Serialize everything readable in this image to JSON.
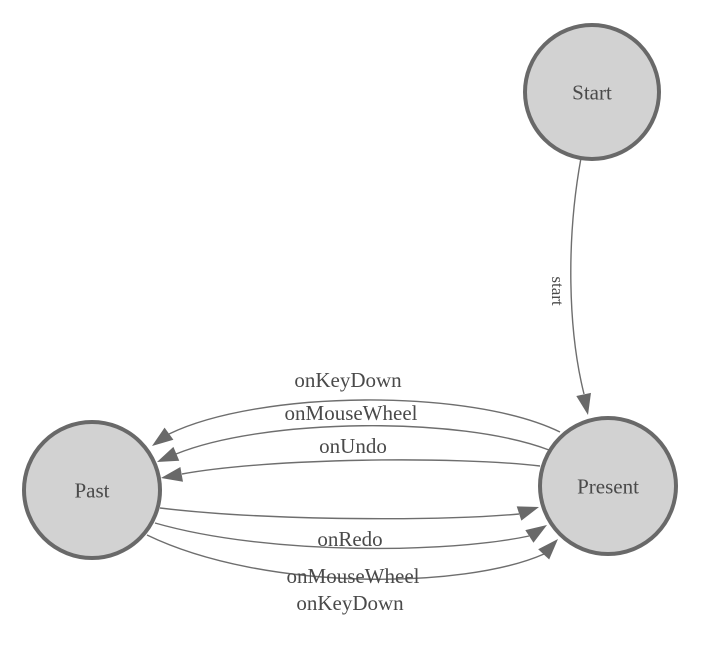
{
  "diagram": {
    "kind": "state-machine-diagram",
    "nodes": [
      {
        "id": "start",
        "label": "Start"
      },
      {
        "id": "present",
        "label": "Present"
      },
      {
        "id": "past",
        "label": "Past"
      }
    ],
    "edges": [
      {
        "from": "Start",
        "to": "Present",
        "label": "start"
      },
      {
        "from": "Present",
        "to": "Past",
        "label": "onKeyDown"
      },
      {
        "from": "Present",
        "to": "Past",
        "label": "onMouseWheel"
      },
      {
        "from": "Present",
        "to": "Past",
        "label": "onUndo"
      },
      {
        "from": "Past",
        "to": "Present",
        "label": "onRedo"
      },
      {
        "from": "Past",
        "to": "Present",
        "label": "onMouseWheel"
      },
      {
        "from": "Past",
        "to": "Present",
        "label": "onKeyDown"
      }
    ],
    "colors": {
      "background": "#ffffff",
      "node_fill": "#d2d2d2",
      "node_stroke": "#696969",
      "edge_stroke": "#6e6e6e",
      "arrow_fill": "#696969",
      "label_text": "#4a4a4a"
    }
  }
}
